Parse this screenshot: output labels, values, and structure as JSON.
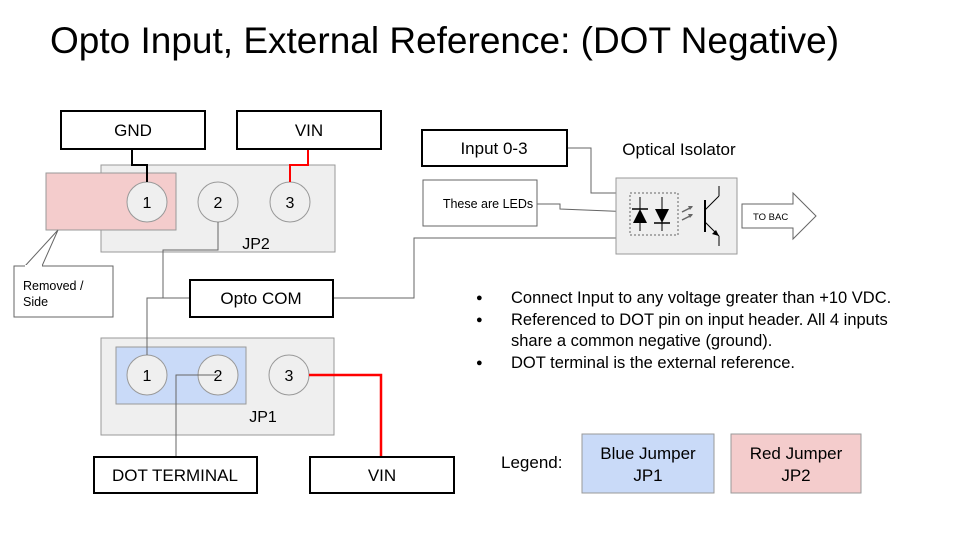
{
  "title": "Opto Input, External Reference: (DOT Negative)",
  "boxes": {
    "gnd": "GND",
    "vin_top": "VIN",
    "input": "Input 0-3",
    "opto_com": "Opto COM",
    "dot_terminal": "DOT TERMINAL",
    "vin_bottom": "VIN"
  },
  "headers": {
    "jp2": {
      "label": "JP2",
      "pins": [
        "1",
        "2",
        "3"
      ]
    },
    "jp1": {
      "label": "JP1",
      "pins": [
        "1",
        "2",
        "3"
      ]
    }
  },
  "callouts": {
    "removed": [
      "Removed /",
      "Side"
    ],
    "leds": "These are LEDs"
  },
  "isolator": {
    "title": "Optical Isolator",
    "output": "TO BAC"
  },
  "bullets": [
    "Connect Input to any voltage greater than +10 VDC.",
    "Referenced to DOT pin on input header.  All 4 inputs share a common negative (ground).",
    "DOT terminal is the external reference."
  ],
  "legend": {
    "label": "Legend:",
    "blue": [
      "Blue Jumper",
      "JP1"
    ],
    "red": [
      "Red Jumper",
      "JP2"
    ]
  },
  "colors": {
    "header_fill": "#efefef",
    "blue_jumper": "#c9daf8",
    "red_jumper": "#f4cccc",
    "red_wire": "#ff0000",
    "black_wire": "#000000",
    "grey_wire": "#666666"
  }
}
